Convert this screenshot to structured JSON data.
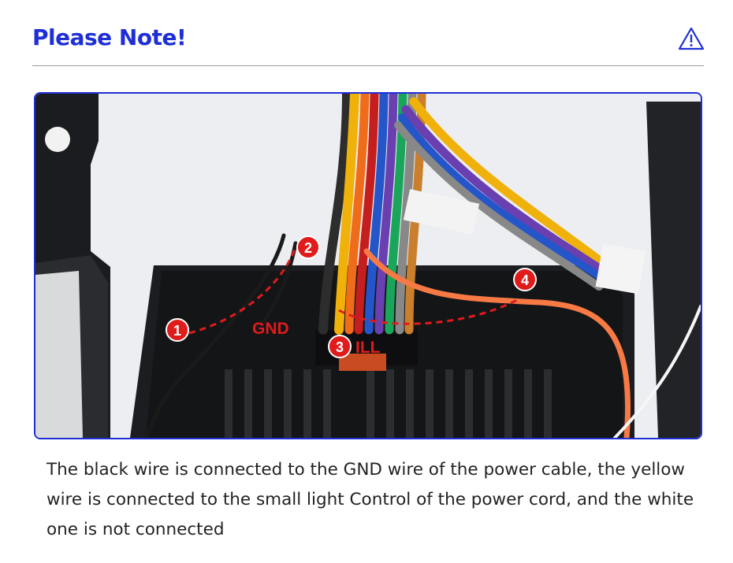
{
  "header": {
    "title": "Please Note!",
    "icon": "warning-triangle-icon"
  },
  "photo": {
    "labels": {
      "gnd": "GND",
      "ill": "ILL"
    },
    "markers": [
      "1",
      "2",
      "3",
      "4"
    ],
    "colors": {
      "marker": "#e01b1b",
      "frame": "#1f2fd6",
      "dash": "#e01b1b"
    }
  },
  "caption": {
    "text": "The black wire is connected to the GND wire of the power cable, the yellow wire is connected to the small light Control of the power cord, and the white one is not connected"
  }
}
